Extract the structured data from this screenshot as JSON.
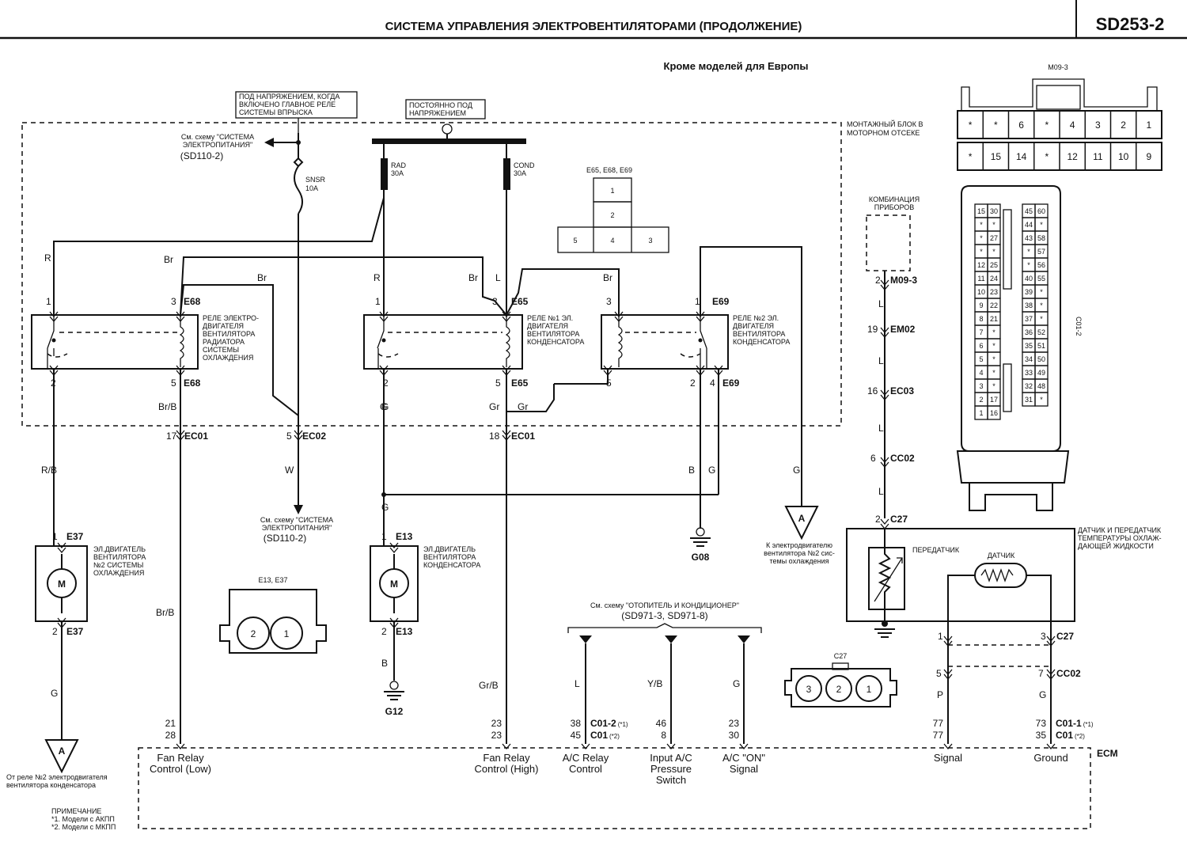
{
  "header": {
    "title": "СИСТЕМА УПРАВЛЕНИЯ ЭЛЕКТРОВЕНТИЛЯТОРАМИ (ПРОДОЛЖЕНИЕ)",
    "code": "SD253-2",
    "subtitle": "Кроме моделей для Европы"
  },
  "power": {
    "ign_note": [
      "ПОД НАПРЯЖЕНИЕМ, КОГДА",
      "ВКЛЮЧЕНО ГЛАВНОЕ РЕЛЕ",
      "СИСТЕМЫ ВПРЫСКА"
    ],
    "const_note": [
      "ПОСТОЯННО ПОД",
      "НАПРЯЖЕНИЕМ"
    ],
    "see_power_top": [
      "См. схему \"СИСТЕМА",
      "ЭЛЕКТРОПИТАНИЯ\"",
      "(SD110-2)"
    ],
    "see_power_bottom": [
      "См. схему \"СИСТЕМА",
      "ЭЛЕКТРОПИТАНИЯ\"",
      "(SD110-2)"
    ],
    "fuse_snsr": [
      "SNSR",
      "10A"
    ],
    "fuse_rad": [
      "RAD",
      "30A"
    ],
    "fuse_cond": [
      "COND",
      "30A"
    ]
  },
  "engine_block_label": [
    "МОНТАЖНЫЙ БЛОК В",
    "МОТОРНОМ ОТСЕКЕ"
  ],
  "relay_conn": {
    "title": "E65, E68, E69",
    "pins": [
      "1",
      "2",
      "5",
      "4",
      "3"
    ]
  },
  "relays": [
    {
      "label": [
        "РЕЛЕ ЭЛЕКТРО-",
        "ДВИГАТЕЛЯ",
        "ВЕНТИЛЯТОРА",
        "РАДИАТОРА",
        "СИСТЕМЫ",
        "ОХЛАЖДЕНИЯ"
      ],
      "conn_top": "E68",
      "conn_bottom": "E68",
      "pin_tl": "1",
      "pin_tr": "3",
      "pin_bl": "2",
      "pin_br": "5"
    },
    {
      "label": [
        "РЕЛЕ №1 ЭЛ.",
        "ДВИГАТЕЛЯ",
        "ВЕНТИЛЯТОРА",
        "КОНДЕНСАТОРА"
      ],
      "conn_top": "E65",
      "conn_bottom": "E65",
      "pin_tl": "1",
      "pin_tr": "3",
      "pin_bl": "2",
      "pin_br": "5"
    },
    {
      "label": [
        "РЕЛЕ №2 ЭЛ.",
        "ДВИГАТЕЛЯ",
        "ВЕНТИЛЯТОРА",
        "КОНДЕНСАТОРА"
      ],
      "conn_top": "E69",
      "conn_bottom": "E69",
      "pin_tl": "3",
      "pin_tr": "1",
      "pin_bl": "5",
      "pin_b2": "2",
      "pin_br": "4"
    }
  ],
  "wires": {
    "r1": "R",
    "br1": "Br",
    "br2": "Br",
    "r2": "R",
    "br3": "Br",
    "l1": "L",
    "br4": "Br",
    "brb1": "Br/B",
    "g1": "G",
    "gr1": "Gr",
    "gr2": "Gr",
    "rb": "R/B",
    "w": "W",
    "g2": "G",
    "b1": "B",
    "g3": "G",
    "g4": "G",
    "brb2": "Br/B",
    "g5": "G",
    "b2": "B",
    "grb": "Gr/B",
    "l_ac": "L",
    "yb": "Y/B",
    "g_ac": "G",
    "p": "P",
    "g6": "G",
    "l_m1": "L",
    "l_m2": "L",
    "l_m3": "L",
    "l_m4": "L"
  },
  "connectors": {
    "ec01_a": {
      "pin": "17",
      "name": "EC01"
    },
    "ec02": {
      "pin": "5",
      "name": "EC02"
    },
    "ec01_b": {
      "pin": "18",
      "name": "EC01"
    },
    "e37_top": {
      "pin": "1",
      "name": "E37"
    },
    "e37_bot": {
      "pin": "2",
      "name": "E37"
    },
    "e13_top": {
      "pin": "1",
      "name": "E13"
    },
    "e13_bot": {
      "pin": "2",
      "name": "E13"
    },
    "m09": {
      "pin": "2",
      "name": "M09-3"
    },
    "em02": {
      "pin": "19",
      "name": "EM02"
    },
    "ec03": {
      "pin": "16",
      "name": "EC03"
    },
    "cc02_a": {
      "pin": "6",
      "name": "CC02"
    },
    "c27_top": {
      "pin": "2",
      "name": "C27"
    },
    "c27_l": {
      "pin": "1"
    },
    "c27_r": {
      "pin": "3",
      "name": "C27"
    },
    "cc02_l": {
      "pin": "5"
    },
    "cc02_r": {
      "pin": "7",
      "name": "CC02"
    }
  },
  "motors": {
    "rad": [
      "ЭЛ.ДВИГАТЕЛЬ",
      "ВЕНТИЛЯТОРА",
      "№2 СИСТЕМЫ",
      "ОХЛАЖДЕНИЯ"
    ],
    "cond": [
      "ЭЛ.ДВИГАТЕЛЬ",
      "ВЕНТИЛЯТОРА",
      "КОНДЕНСАТОРА"
    ],
    "m": "M"
  },
  "e13_conn": {
    "title": "E13, E37",
    "pins": [
      "2",
      "1"
    ]
  },
  "c27_conn": {
    "title": "C27",
    "pins": [
      "3",
      "2",
      "1"
    ]
  },
  "grounds": {
    "g08": "G08",
    "g12": "G12"
  },
  "offpage": {
    "a_label": "A",
    "a_right_note": [
      "К электродвигателю",
      "вентилятора №2 сис-",
      "темы охлаждения"
    ],
    "a_left_note": [
      "От реле №2 электродвигателя",
      "вентилятора конденсатора"
    ]
  },
  "cluster": {
    "label": [
      "КОМБИНАЦИЯ",
      "ПРИБОРОВ"
    ]
  },
  "m09_conn": {
    "title": "M09-3",
    "row1": [
      "*",
      "*",
      "6",
      "*",
      "4",
      "3",
      "2",
      "1"
    ],
    "row2": [
      "*",
      "15",
      "14",
      "*",
      "12",
      "11",
      "10",
      "9"
    ]
  },
  "c01_conn": {
    "label": "C01-2",
    "col1": [
      "15",
      "*",
      "*",
      "*",
      "12",
      "11",
      "10",
      "9",
      "8",
      "7",
      "6",
      "5",
      "4",
      "3",
      "2",
      "1"
    ],
    "col2": [
      "30",
      "*",
      "27",
      "*",
      "25",
      "24",
      "23",
      "22",
      "21",
      "*",
      "*",
      "*",
      "*",
      "*",
      "17",
      "16"
    ],
    "col3": [
      "45",
      "44",
      "43",
      "*",
      "*",
      "40",
      "39",
      "38",
      "37",
      "36",
      "35",
      "34",
      "33",
      "32",
      "31"
    ],
    "col4": [
      "60",
      "*",
      "58",
      "57",
      "56",
      "55",
      "*",
      "*",
      "*",
      "52",
      "51",
      "50",
      "49",
      "48",
      "*"
    ]
  },
  "sensor": {
    "label": [
      "ДАТЧИК И ПЕРЕДАТЧИК",
      "ТЕМПЕРАТУРЫ ОХЛАЖ-",
      "ДАЮЩЕЙ ЖИДКОСТИ"
    ],
    "sender": "ПЕРЕДАТЧИК",
    "sensor": "ДАТЧИК"
  },
  "ac_ref": [
    "См. схему \"ОТОПИТЕЛЬ И КОНДИЦИОНЕР\"",
    "(SD971-3, SD971-8)"
  ],
  "ecm": {
    "label": "ECM",
    "pins": [
      {
        "p1": "21",
        "p2": "28",
        "conn1": "",
        "conn2": "",
        "name": [
          "Fan Relay",
          "Control (Low)"
        ]
      },
      {
        "p1": "23",
        "p2": "23",
        "conn1": "",
        "conn2": "",
        "name": [
          "Fan Relay",
          "Control (High)"
        ]
      },
      {
        "p1": "38",
        "p2": "45",
        "conn1": "C01-2",
        "conn1s": "(*1)",
        "conn2": "C01",
        "conn2s": "(*2)",
        "name": [
          "A/C Relay",
          "Control"
        ]
      },
      {
        "p1": "46",
        "p2": "8",
        "conn1": "",
        "conn2": "",
        "name": [
          "Input A/C",
          "Pressure",
          "Switch"
        ]
      },
      {
        "p1": "23",
        "p2": "30",
        "conn1": "",
        "conn2": "",
        "name": [
          "A/C \"ON\"",
          "Signal"
        ]
      },
      {
        "p1": "77",
        "p2": "77",
        "conn1": "",
        "conn2": "",
        "name": [
          "Signal"
        ]
      },
      {
        "p1": "73",
        "p2": "35",
        "conn1": "C01-1",
        "conn1s": "(*1)",
        "conn2": "C01",
        "conn2s": "(*2)",
        "name": [
          "Ground"
        ]
      }
    ]
  },
  "notes": [
    "ПРИМЕЧАНИЕ",
    "*1. Модели с АКПП",
    "*2. Модели с МКПП"
  ]
}
